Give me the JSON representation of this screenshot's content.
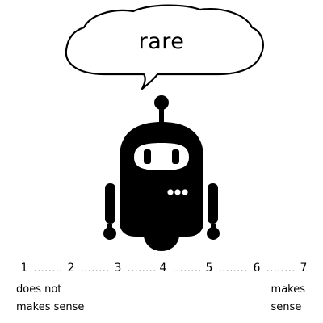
{
  "bubble": {
    "word": "rare"
  },
  "robot": {
    "icon": "robot-icon"
  },
  "scale": {
    "points": [
      "1",
      "2",
      "3",
      "4",
      "5",
      "6",
      "7"
    ],
    "separator": "........",
    "left_anchor": {
      "line1": "does not",
      "line2": "makes sense"
    },
    "right_anchor": {
      "line1": "makes",
      "line2": "sense"
    }
  },
  "colors": {
    "ink": "#000000",
    "background": "#ffffff"
  }
}
